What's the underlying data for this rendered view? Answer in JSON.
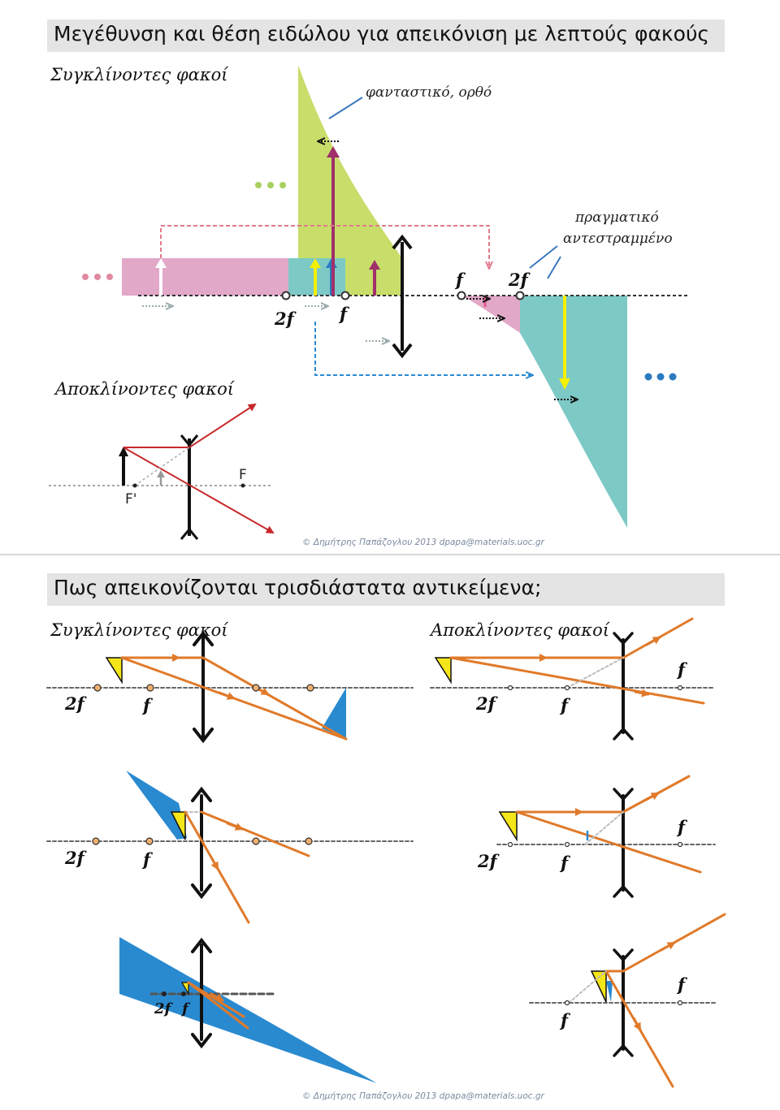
{
  "slide1": {
    "title": "Μεγέθυνση και θέση ειδώλου για απεικόνιση με λεπτούς φακούς",
    "converging_heading": "Συγκλίνοντες φακοί",
    "diverging_heading": "Αποκλίνοντες φακοί",
    "virtual_note": "φανταστικό, ορθό",
    "real_note_line1": "πραγματικό",
    "real_note_line2": "αντεστραμμένο",
    "axis_labels": {
      "two_f_left": "2f",
      "f_left": "f",
      "f_right": "f",
      "two_f_right": "2f"
    },
    "div_labels": {
      "f_prime": "F'",
      "f": "F"
    },
    "copyright": "© Δημήτρης Παπάζογλου   2013 dpapa@materials.uoc.gr",
    "colors": {
      "green_region": "#c8dd6a",
      "pink_region": "#e2a8c8",
      "teal_region": "#7cc9c6",
      "yellow_arrow": "#f5f000",
      "magenta_arrow": "#a0306a",
      "blue_arrow": "#2a7ac0",
      "ray_red": "#c8282c",
      "dash_pink": "#e07a8a",
      "dash_blue": "#2a8ad0"
    }
  },
  "slide2": {
    "title": "Πως απεικονίζονται τρισδιάστατα αντικείμενα;",
    "converging_heading": "Συγκλίνοντες φακοί",
    "diverging_heading": "Αποκλίνοντες φακοί",
    "labels": {
      "two_f": "2f",
      "f": "f"
    },
    "copyright": "© Δημήτρης Παπάζογλου   2013 dpapa@materials.uoc.gr",
    "colors": {
      "ray_orange": "#e07a2a",
      "object_yellow": "#f5e61a",
      "image_blue": "#2a8ad0"
    }
  }
}
